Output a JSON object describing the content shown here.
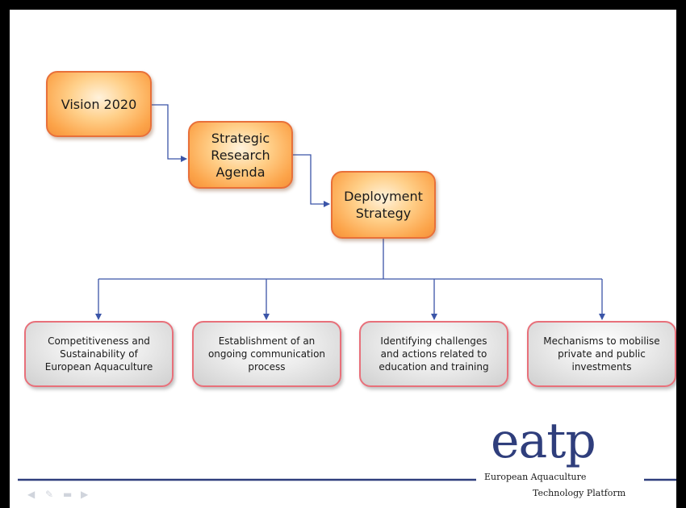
{
  "flow": {
    "vision": "Vision 2020",
    "agenda": "Strategic\nResearch\nAgenda",
    "strategy": "Deployment\nStrategy"
  },
  "actions": [
    "Competitiveness and\nSustainability of\nEuropean Aquaculture",
    "Establishment of an\nongoing communication\nprocess",
    "Identifying challenges\nand actions related to\neducation and training",
    "Mechanisms to mobilise\nprivate and public\ninvestments"
  ],
  "logo": {
    "mark": "eatp",
    "line1": "European Aquaculture",
    "line2": "Technology Platform"
  },
  "colors": {
    "box_fill": "#fca44a",
    "box_border": "#e8703a",
    "connector": "#3b55a8",
    "footer_line": "#2f3e7c"
  },
  "icons": [
    "prev-slide-icon",
    "edit-icon",
    "menu-icon",
    "next-slide-icon"
  ]
}
